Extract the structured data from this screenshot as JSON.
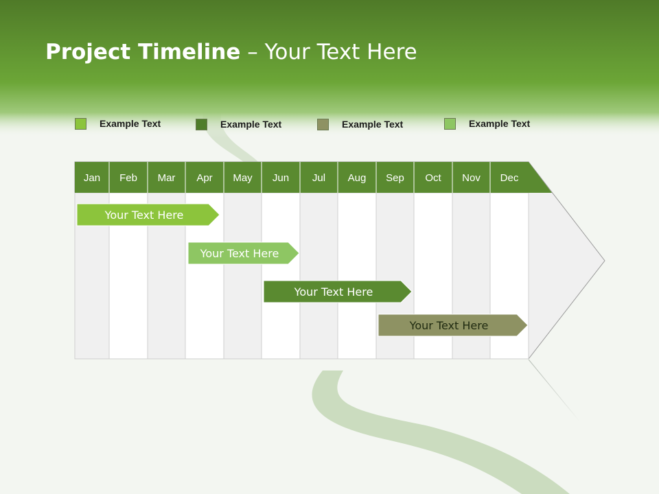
{
  "header": {
    "title_bold": "Project Timeline",
    "title_rest": " – Your Text Here"
  },
  "legend": [
    {
      "label": "Example Text",
      "color": "#8cc43c"
    },
    {
      "label": "Example Text",
      "color": "#4f7d2a"
    },
    {
      "label": "Example Text",
      "color": "#8e9263"
    },
    {
      "label": "Example Text",
      "color": "#8ec663"
    }
  ],
  "months": [
    "Jan",
    "Feb",
    "Mar",
    "Apr",
    "May",
    "Jun",
    "Jul",
    "Aug",
    "Sep",
    "Oct",
    "Nov",
    "Dec"
  ],
  "tasks": [
    {
      "label": "Your  Text Here",
      "color": "#8cc43c"
    },
    {
      "label": "Your  Text Here",
      "color": "#8ec663"
    },
    {
      "label": "Your  Text Here",
      "color": "#5a8a30"
    },
    {
      "label": "Your  Text Here",
      "color": "#8e9263"
    }
  ],
  "colors": {
    "header_top": "#4f7a28",
    "header_bottom": "#76b03f",
    "month_bar": "#5a8a30"
  }
}
